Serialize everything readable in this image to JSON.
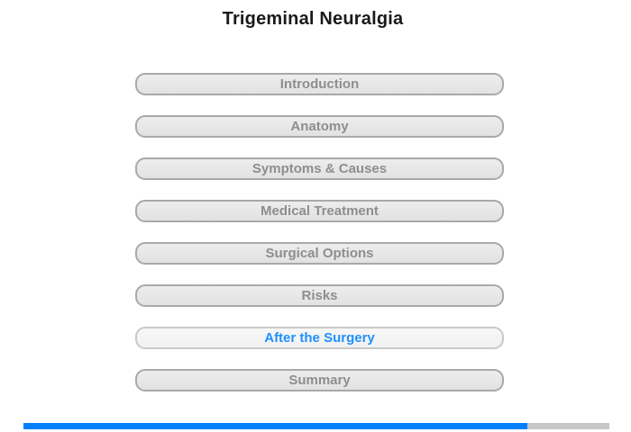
{
  "page": {
    "title": "Trigeminal Neuralgia"
  },
  "menu": {
    "items": [
      {
        "label": "Introduction",
        "state": "default"
      },
      {
        "label": "Anatomy",
        "state": "default"
      },
      {
        "label": "Symptoms & Causes",
        "state": "default"
      },
      {
        "label": "Medical Treatment",
        "state": "default"
      },
      {
        "label": "Surgical Options",
        "state": "default"
      },
      {
        "label": "Risks",
        "state": "default"
      },
      {
        "label": "After the Surgery",
        "state": "active"
      },
      {
        "label": "Summary",
        "state": "default"
      }
    ]
  },
  "progress": {
    "percent": 86,
    "fill_color": "#0080ff",
    "track_color": "#c7c7c7"
  },
  "colors": {
    "title_text": "#1a1a1a",
    "button_text": "#8e8e8e",
    "button_border": "#a9a9a9",
    "button_bg": "#e8e8e8",
    "active_text": "#1e90ff",
    "active_border": "#c9c9c9",
    "active_bg": "#f4f4f4"
  }
}
